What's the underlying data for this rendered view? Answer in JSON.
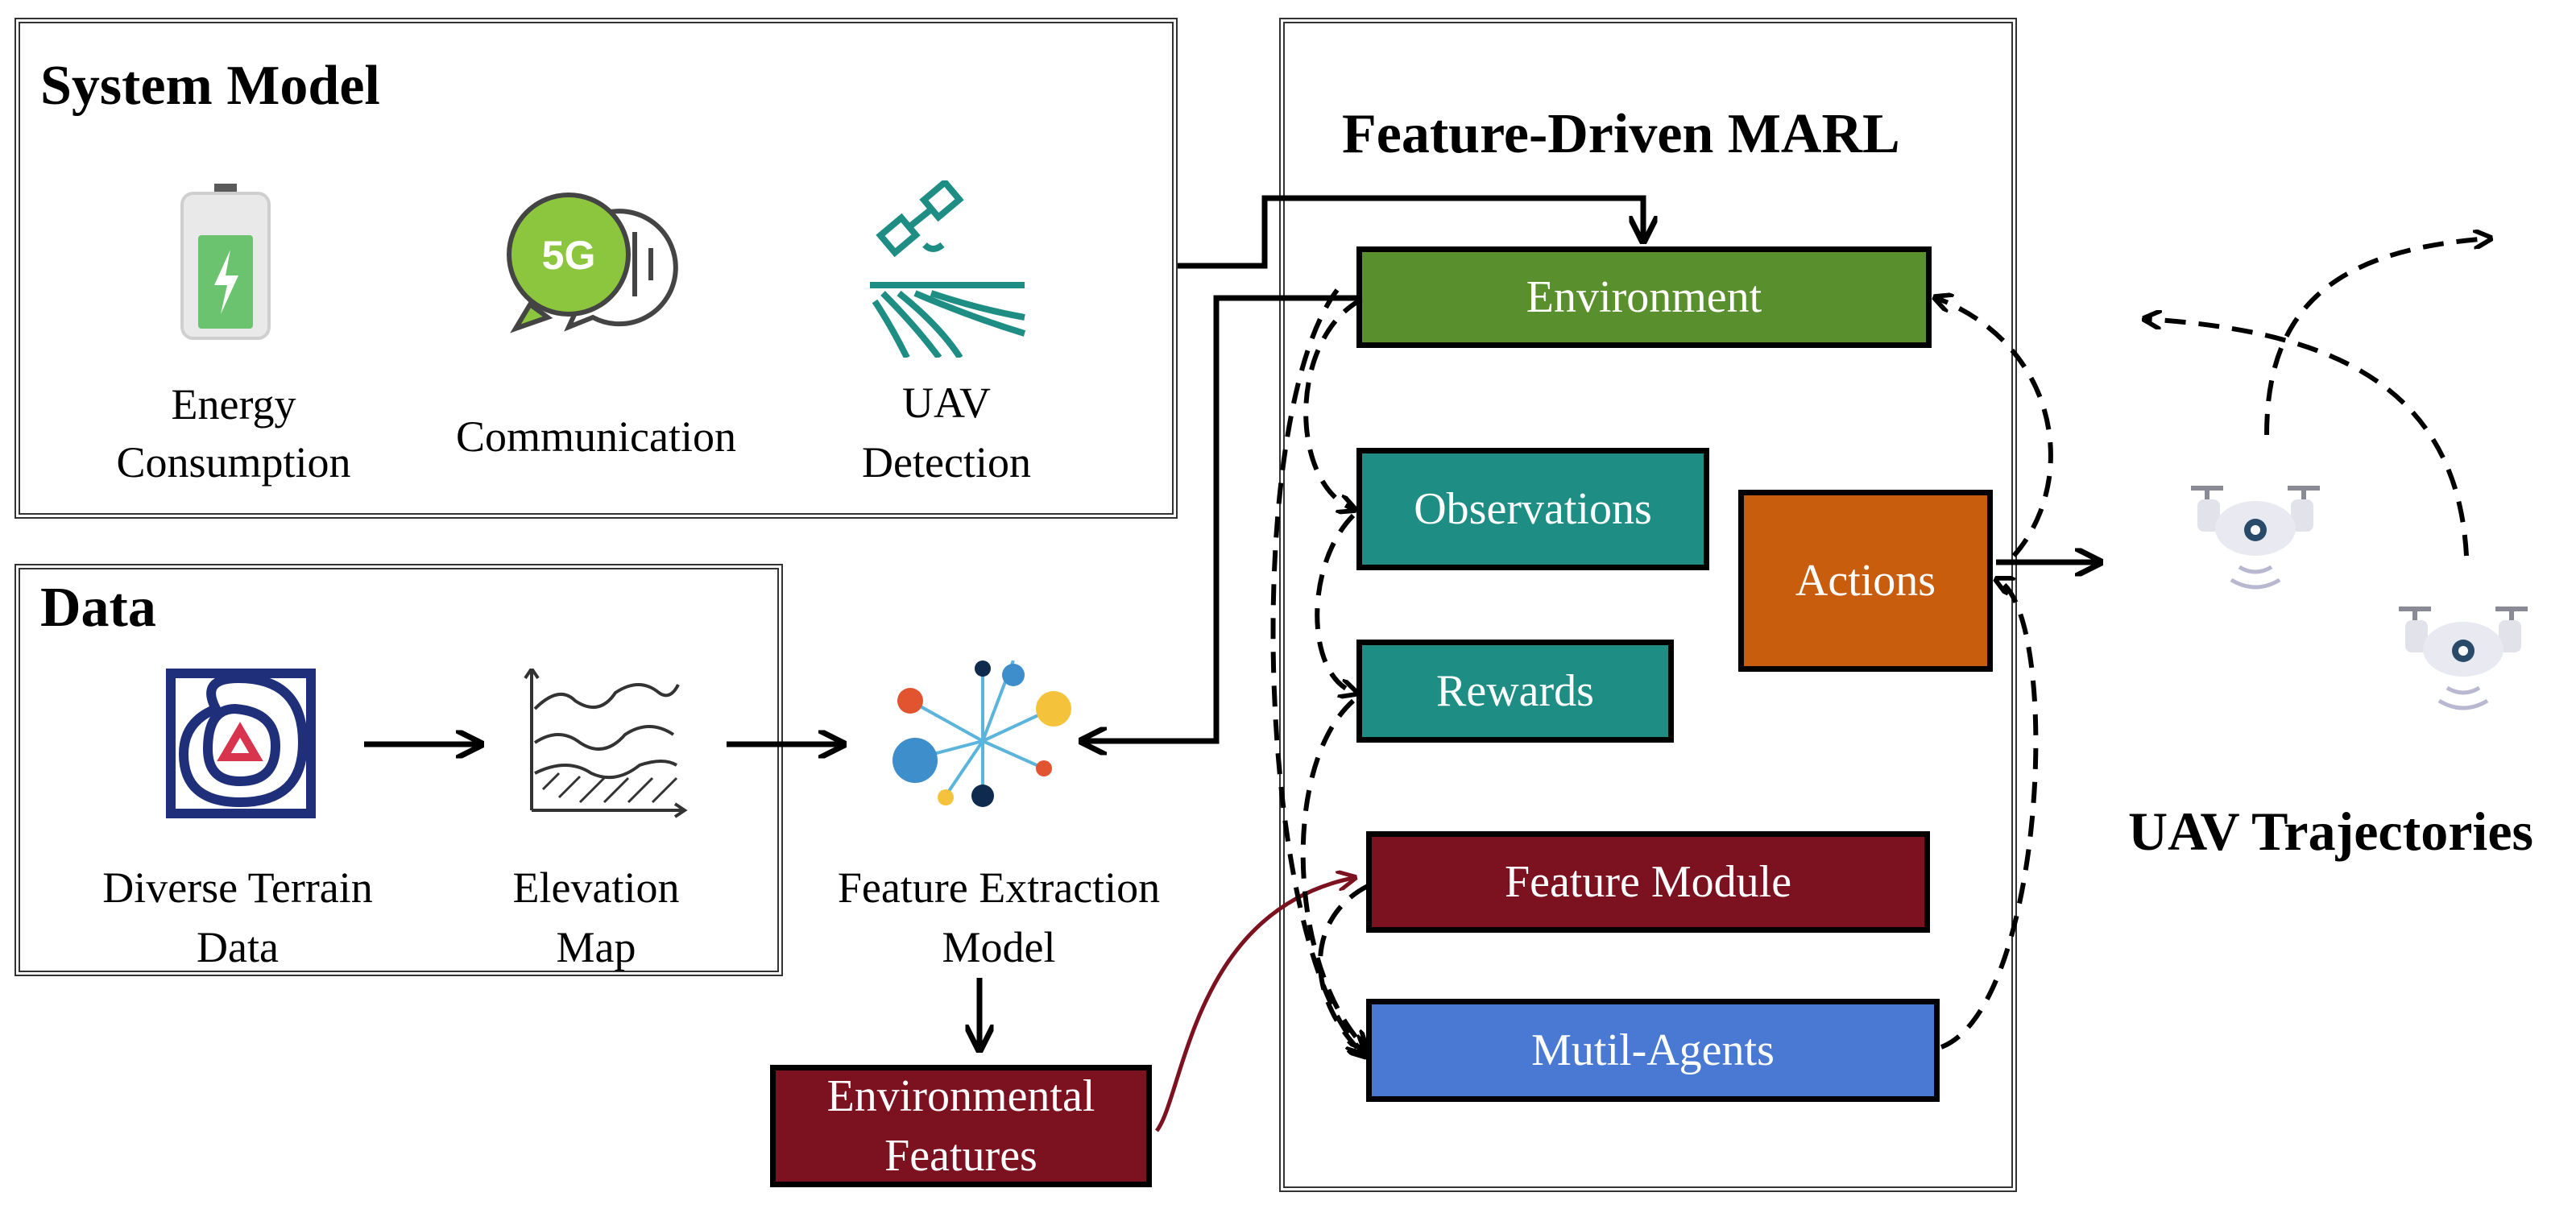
{
  "system_model": {
    "title": "System Model",
    "items": [
      {
        "label_1": "Energy",
        "label_2": "Consumption",
        "icon": "battery-icon"
      },
      {
        "label": "Communication",
        "icon": "5g-chat-icon",
        "badge": "5G"
      },
      {
        "label_1": "UAV",
        "label_2": "Detection",
        "icon": "satellite-field-icon"
      }
    ]
  },
  "data": {
    "title": "Data",
    "items": [
      {
        "label_1": "Diverse Terrain",
        "label_2": "Data",
        "icon": "terrain-map-icon"
      },
      {
        "label_1": "Elevation",
        "label_2": "Map",
        "icon": "elevation-chart-icon"
      }
    ]
  },
  "feature_extraction": {
    "label_1": "Feature Extraction",
    "label_2": "Model",
    "icon": "network-graph-icon"
  },
  "environmental_features": {
    "label_1": "Environmental",
    "label_2": "Features"
  },
  "marl": {
    "title": "Feature-Driven MARL",
    "environment": "Environment",
    "observations": "Observations",
    "rewards": "Rewards",
    "actions": "Actions",
    "feature_module": "Feature Module",
    "multi_agents": "Mutil-Agents"
  },
  "trajectories": {
    "title": "UAV Trajectories",
    "icon": "drone-icon"
  },
  "colors": {
    "environment": "#5a8f2e",
    "observations": "#1e8d83",
    "rewards": "#1e8d83",
    "actions": "#c85d0e",
    "feature_module": "#7c1220",
    "multi_agents": "#4a79d3",
    "environmental_features": "#7c1220"
  }
}
